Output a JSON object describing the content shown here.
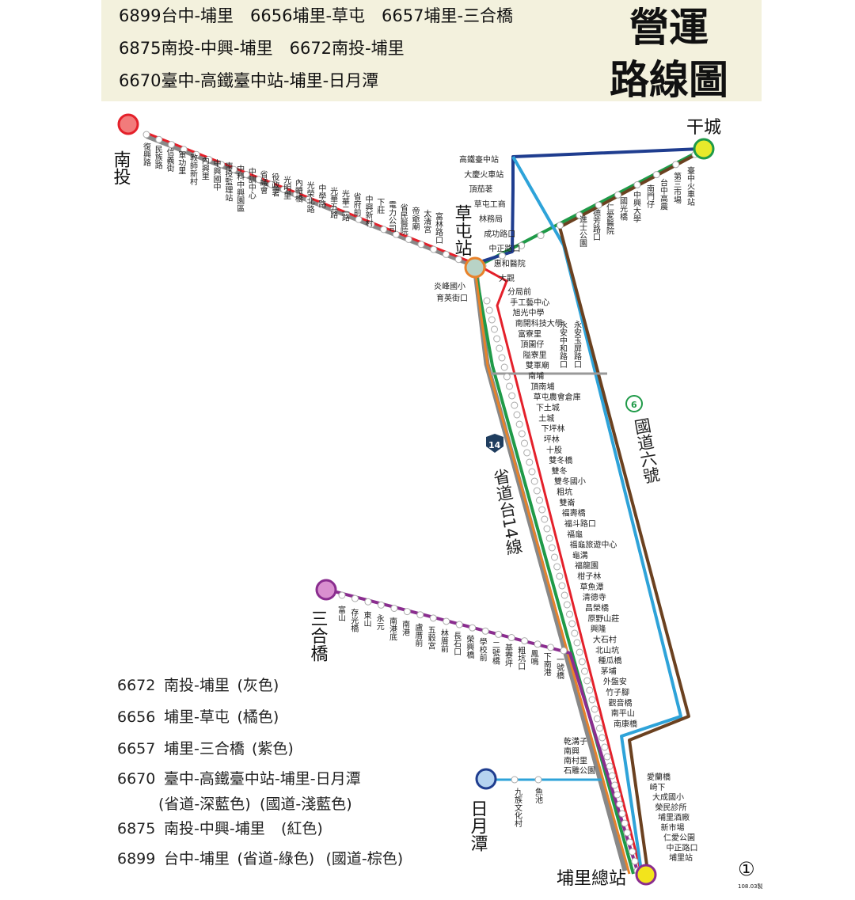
{
  "header": {
    "lines": [
      "6899台中-埔里　6656埔里-草屯　6657埔里-三合橋",
      "6875南投-中興-埔里　6672南投-埔里",
      "6670臺中-高鐵臺中站-埔里-日月潭"
    ],
    "title_1": "營運",
    "title_2": "路線圖"
  },
  "colors": {
    "gray": "#8c8c8c",
    "orange": "#e8822a",
    "purple": "#8a2d8f",
    "dark_blue": "#1f3d8f",
    "light_blue": "#2ea3d9",
    "red": "#e4202a",
    "green": "#1f9a48",
    "brown": "#6b4120",
    "header_bg": "#f3f1dd"
  },
  "terminals": {
    "nantou": "南投",
    "gancheng": "干城",
    "caotun": "草屯站",
    "sanhe": "三合橋",
    "sunmoon": "日月潭",
    "puli": "埔里總站"
  },
  "roads": {
    "hwy14": "省道台14線",
    "hwy14_badge": "14",
    "nat6": "國道六號",
    "nat6_badge": "6"
  },
  "stops": {
    "nantou_route": [
      "復興路",
      "民族路",
      "信義街",
      "軍功里",
      "教師新村",
      "內興里",
      "中興國中",
      "南投監理站",
      "中科中興園區",
      "中訓中心",
      "省議會",
      "役政署",
      "光明里",
      "內轆橋",
      "光榮北路",
      "中學路",
      "光華五路",
      "光華二路",
      "省府前",
      "中興新村",
      "下莊",
      "電力公司",
      "省民醫院",
      "帝爺廟",
      "太清宮",
      "富林路口"
    ],
    "taichung_route": [
      "臺中火車站",
      "第三市場",
      "台中高農",
      "南門仔",
      "中興大學",
      "國光橋",
      "仁愛醫院",
      "德芳路口",
      "進士公園"
    ],
    "caotun_north": [
      "高鐵臺中站",
      "大慶火車站",
      "頂茄荖",
      "草屯工商",
      "林務局",
      "成功路口",
      "中正路口",
      "惠和醫院",
      "大觀"
    ],
    "caotun_local": [
      "炎峰國小",
      "育英街口"
    ],
    "main_route": [
      "分局前",
      "手工藝中心",
      "旭光中學",
      "南開科技大學",
      "富寮里",
      "頂園仔",
      "隘寮里",
      "雙軍廟",
      "南埔",
      "頂南埔",
      "草屯農會倉庫",
      "下土城",
      "土城",
      "下坪林",
      "坪林",
      "十股",
      "雙冬橋",
      "雙冬",
      "雙冬國小",
      "粗坑",
      "雙崙",
      "福壽橋",
      "福斗路口",
      "福龜",
      "福龜旅遊中心",
      "龜溝",
      "福龍園",
      "柑子林",
      "草魚潭",
      "清德寺",
      "昌榮橋",
      "原野山莊",
      "興隆",
      "大石村",
      "北山坑",
      "種瓜橋",
      "茅埔",
      "外盤安",
      "竹子腳",
      "觀音橋",
      "南平山",
      "南康橋"
    ],
    "yongan": [
      "永安中和路口",
      "永安玉屏路口"
    ],
    "sanhe_route": [
      "富山",
      "存光橋",
      "東山",
      "永元",
      "南港底",
      "南港",
      "盧厝前",
      "五穀宮",
      "林厝前",
      "長石口",
      "榮興橋",
      "學校前",
      "二號橋",
      "基寮坪",
      "粗坑口",
      "鳳鳴",
      "下南港",
      "一號橋"
    ],
    "puli_west": [
      "乾溝子",
      "南興",
      "南村里",
      "石雕公園"
    ],
    "sunmoon_route": [
      "九族文化村",
      "魚池"
    ],
    "puli_east": [
      "愛蘭橋",
      "崎下",
      "大成國小",
      "榮民診所",
      "埔里酒廠",
      "新市場",
      "仁愛公園",
      "中正路口",
      "埔里站"
    ]
  },
  "legend": [
    {
      "code": "6672",
      "name": "南投-埔里",
      "note": "(灰色)",
      "note_color": "#555555"
    },
    {
      "code": "6656",
      "name": "埔里-草屯",
      "note": "(橘色)",
      "note_color": "#e8822a"
    },
    {
      "code": "6657",
      "name": "埔里-三合橋",
      "note": "(紫色)",
      "note_color": "#8a2d8f"
    },
    {
      "code": "6670",
      "name": "臺中-高鐵臺中站-埔里-日月潭",
      "note": "",
      "note_color": "#555555"
    },
    {
      "code": "6875",
      "name": "南投-中興-埔里",
      "note": "(紅色)",
      "note_color": "#e4202a"
    },
    {
      "code": "6899",
      "name": "台中-埔里",
      "note": "(省道-綠色)",
      "note_color": "#1f9a48",
      "note2": "(國道-棕色)",
      "note2_color": "#6b4120"
    }
  ],
  "legend_sub": {
    "a": "(省道-深藍色)",
    "a_color": "#1f3d8f",
    "b": "(國道-淺藍色)",
    "b_color": "#2ea3d9"
  },
  "footer": {
    "page": "①",
    "date": "108.03製"
  }
}
